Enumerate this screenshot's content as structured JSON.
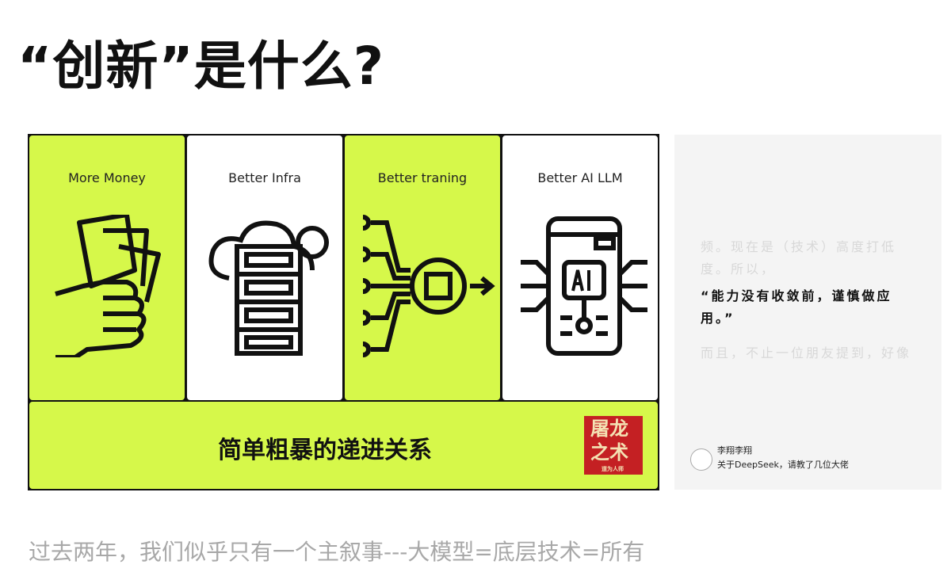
{
  "title": "“创新”是什么?",
  "cells": [
    {
      "label": "More Money",
      "icon": "money-fist-icon"
    },
    {
      "label": "Better Infra",
      "icon": "cloud-server-icon"
    },
    {
      "label": "Better traning",
      "icon": "chip-network-icon"
    },
    {
      "label": "Better AI LLM",
      "icon": "ai-phone-icon"
    }
  ],
  "bottom_text": "简单粗暴的递进关系",
  "stamp": {
    "line1": "屠龙",
    "line2": "之术",
    "small": "道为人师"
  },
  "side": {
    "faint_top": "频。现在是（技术）高度打低度。所以，",
    "quote": "“能力没有收敛前，谨慎做应用。”",
    "faint_bottom": "而且，不止一位朋友提到，好像",
    "author_name": "李翔李翔",
    "article_title": "关于DeepSeek，请教了几位大佬"
  },
  "caption": "过去两年，我们似乎只有一个主叙事---大模型=底层技术=所有",
  "colors": {
    "lime": "#d6f84a",
    "stamp": "#c42023"
  }
}
